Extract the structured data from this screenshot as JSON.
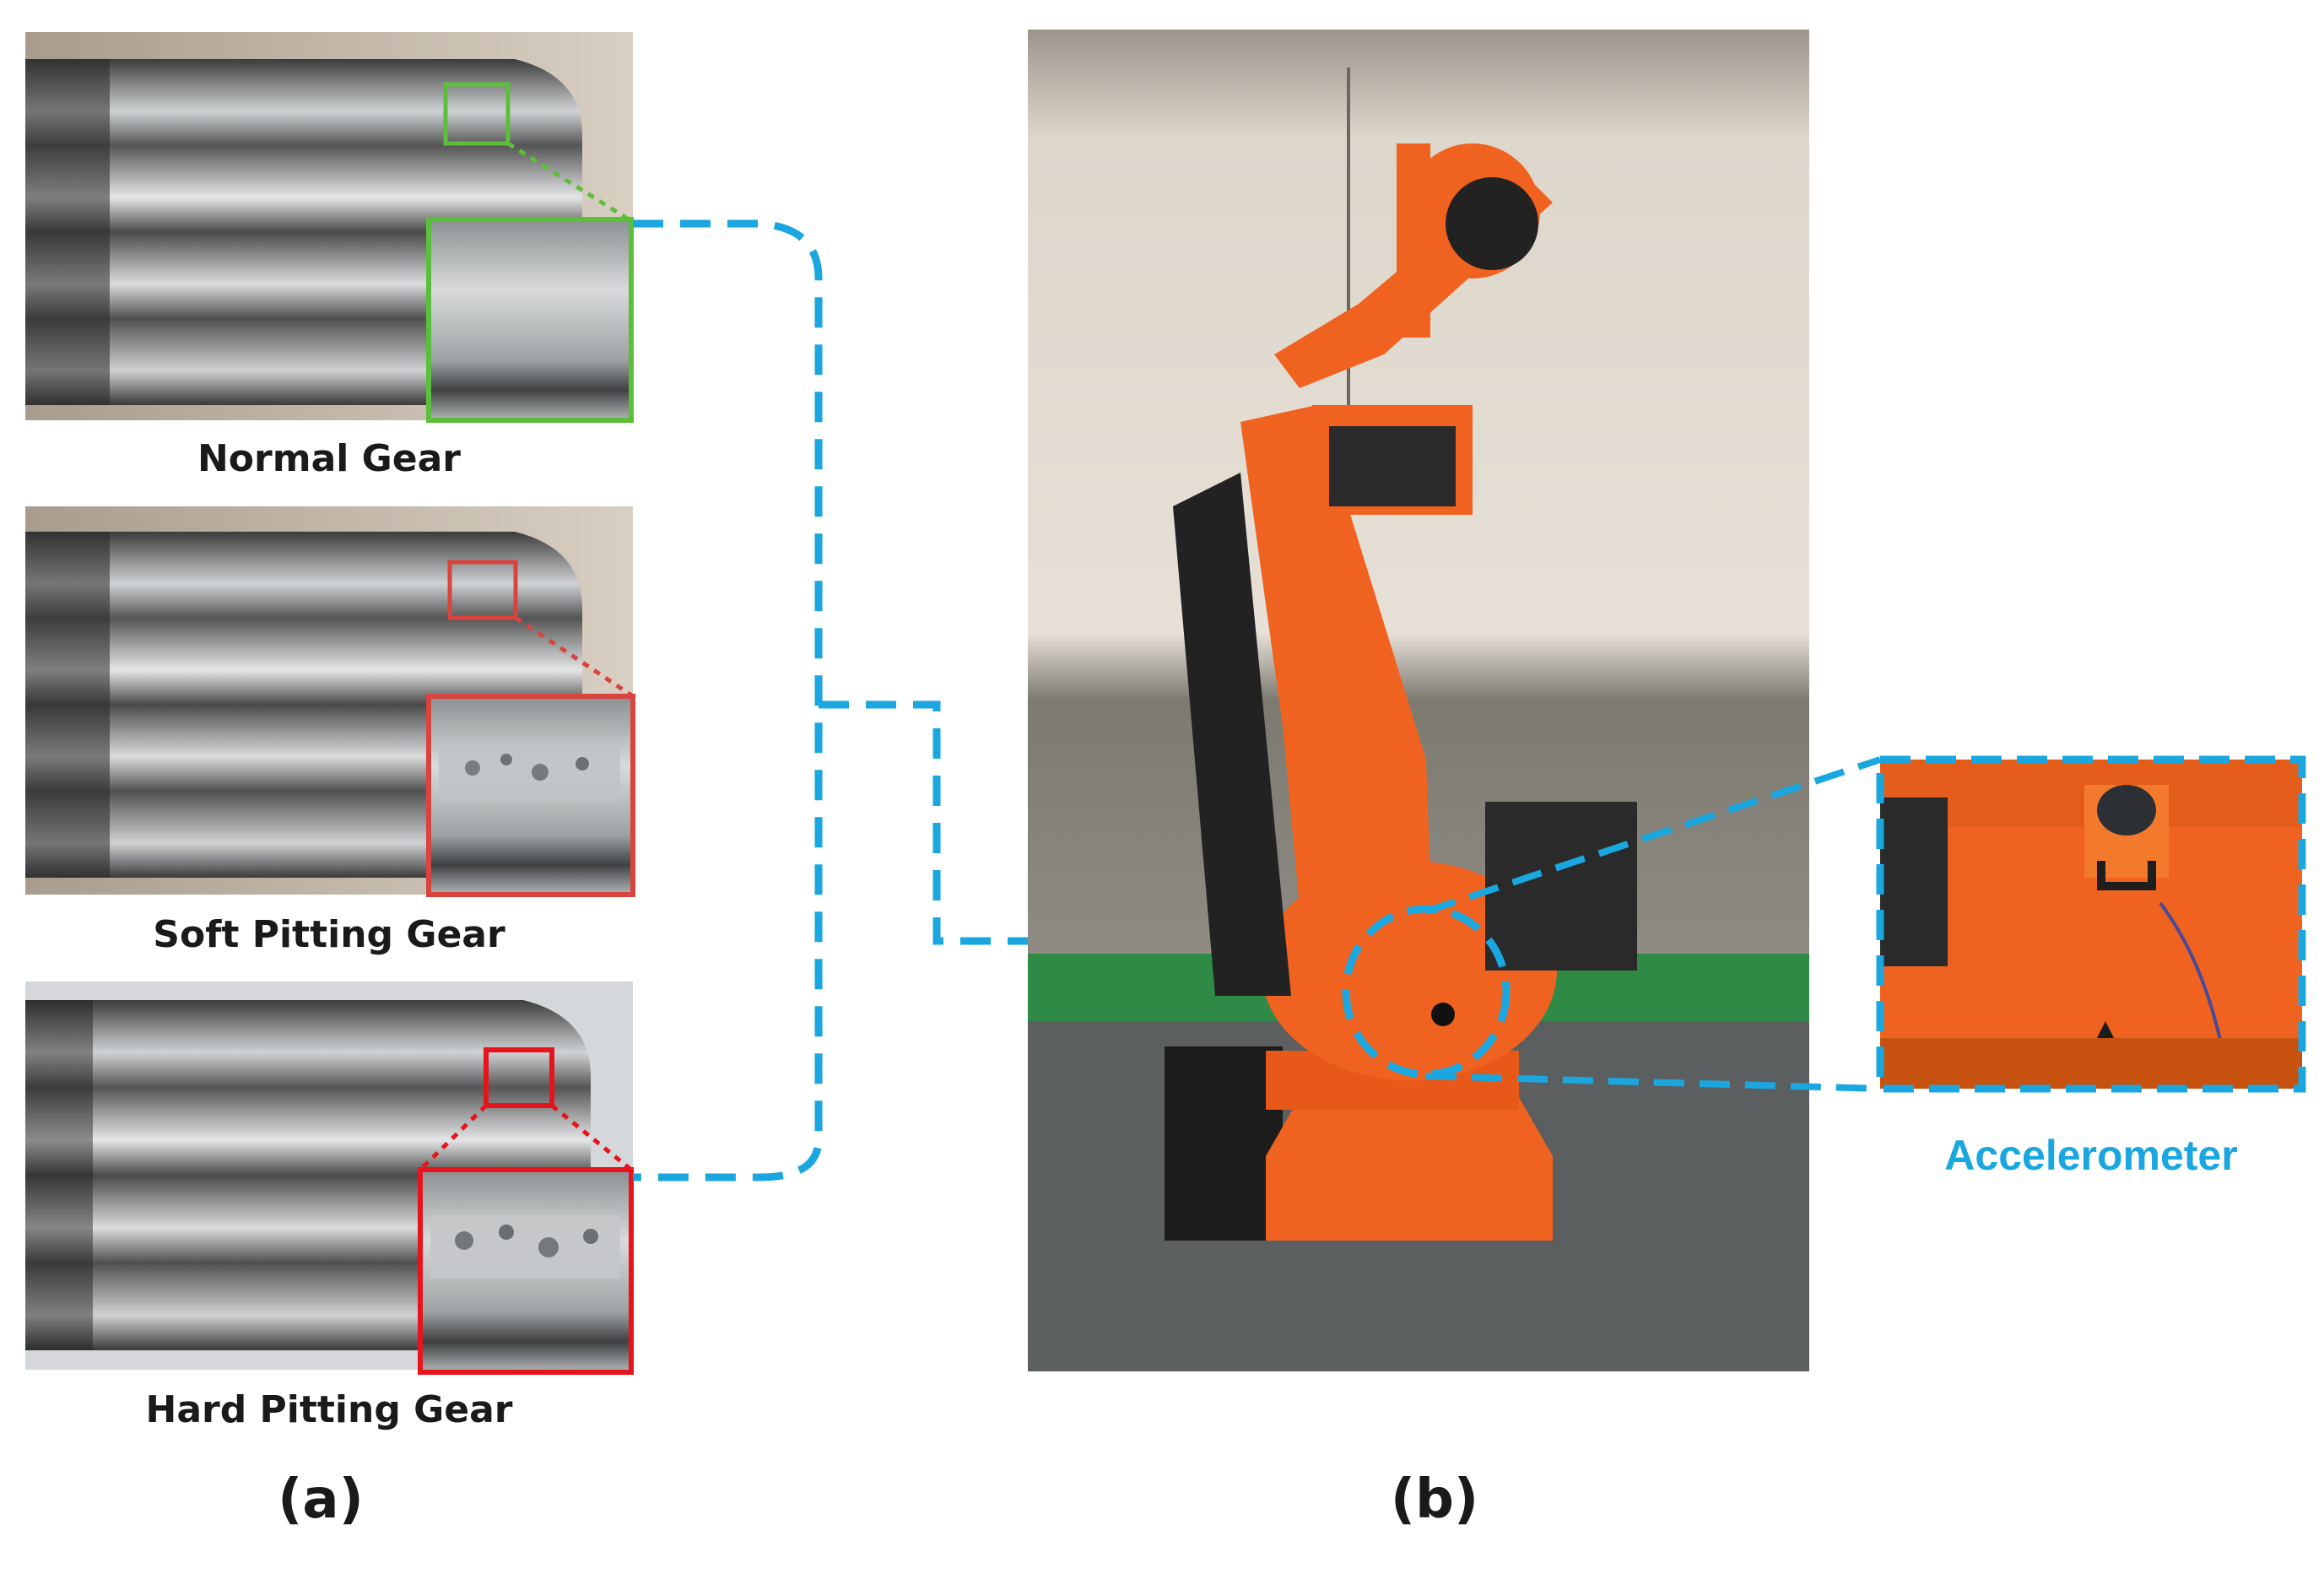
{
  "panel_a": {
    "gears": [
      {
        "caption": "Normal Gear",
        "box_color": "#5bbf3a"
      },
      {
        "caption": "Soft Pitting Gear",
        "box_color": "#d9443e"
      },
      {
        "caption": "Hard Pitting Gear",
        "box_color": "#e8141b"
      }
    ],
    "label": "(a)"
  },
  "panel_b": {
    "label": "(b)",
    "callout_label": "Accelerometer",
    "robot_color": "#f0621f"
  },
  "colors": {
    "dash_line": "#1aa7e0"
  }
}
